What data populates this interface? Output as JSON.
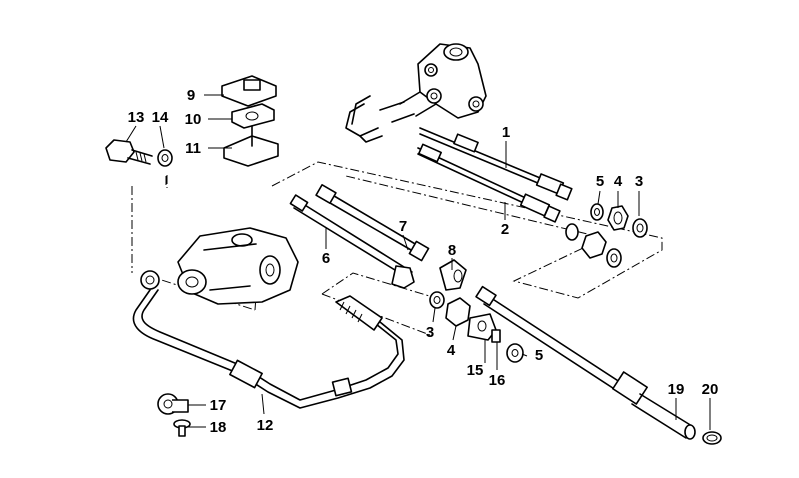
{
  "diagram": {
    "callouts": [
      {
        "id": "c1",
        "label": "1"
      },
      {
        "id": "c2",
        "label": "2"
      },
      {
        "id": "c3",
        "label": "3"
      },
      {
        "id": "c3b",
        "label": "3"
      },
      {
        "id": "c4",
        "label": "4"
      },
      {
        "id": "c4b",
        "label": "4"
      },
      {
        "id": "c5",
        "label": "5"
      },
      {
        "id": "c5b",
        "label": "5"
      },
      {
        "id": "c6",
        "label": "6"
      },
      {
        "id": "c7",
        "label": "7"
      },
      {
        "id": "c8",
        "label": "8"
      },
      {
        "id": "c9",
        "label": "9"
      },
      {
        "id": "c10",
        "label": "10"
      },
      {
        "id": "c11",
        "label": "11"
      },
      {
        "id": "c12",
        "label": "12"
      },
      {
        "id": "c13",
        "label": "13"
      },
      {
        "id": "c14",
        "label": "14"
      },
      {
        "id": "c15",
        "label": "15"
      },
      {
        "id": "c16",
        "label": "16"
      },
      {
        "id": "c17",
        "label": "17"
      },
      {
        "id": "c18",
        "label": "18"
      },
      {
        "id": "c19",
        "label": "19"
      },
      {
        "id": "c20",
        "label": "20"
      }
    ]
  }
}
